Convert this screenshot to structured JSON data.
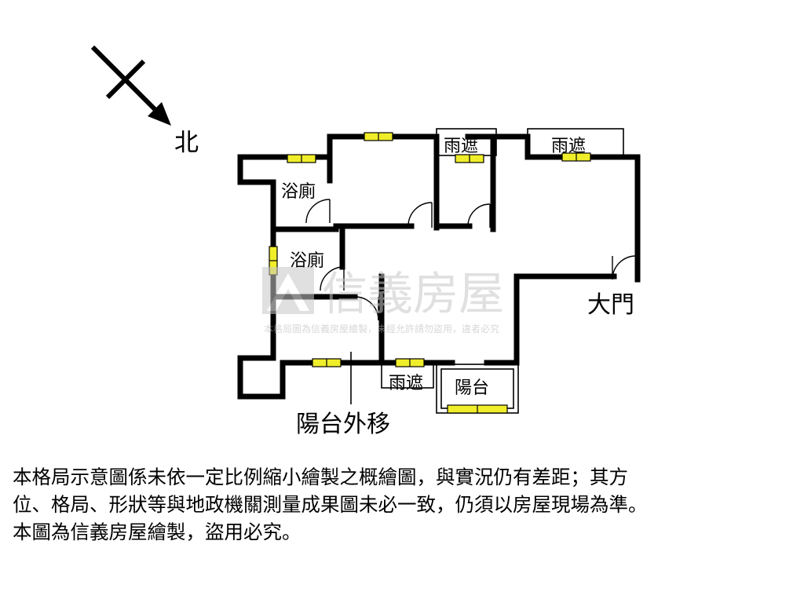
{
  "north_label": "北",
  "rooms": {
    "bath_upper": "浴廁",
    "bath_lower": "浴廁",
    "canopy_1": "雨遮",
    "canopy_2": "雨遮",
    "canopy_3": "雨遮",
    "balcony": "陽台",
    "main_door": "大門",
    "balcony_moved": "陽台外移"
  },
  "watermark": {
    "brand": "信義房屋",
    "notice": "本格局圖為信義房屋繪製，未經允許請勿盜用，違者必究"
  },
  "disclaimer": {
    "line1": "本格局示意圖係未依一定比例縮小繪製之概繪圖，與實況仍有差距；其方",
    "line2": "位、格局、形狀等與地政機關測量成果圖未必一致，仍須以房屋現場為準。",
    "line3": "本圖為信義房屋繪製，盜用必究。"
  },
  "colors": {
    "wall": "#000000",
    "window": "#f0ee2a",
    "watermark": "#c8c8c8"
  }
}
